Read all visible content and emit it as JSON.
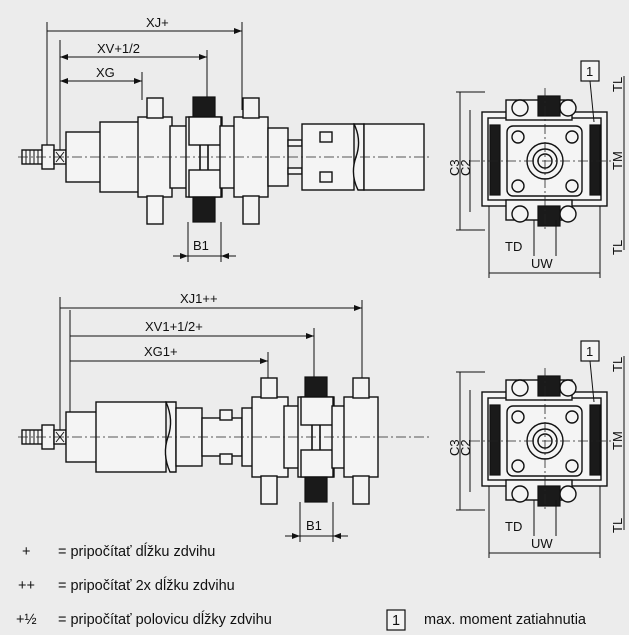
{
  "top_view": {
    "dims": {
      "xj": "XJ+",
      "xv": "XV+1/2",
      "xg": "XG",
      "b1": "B1"
    },
    "end_view": {
      "c3": "C3",
      "c2": "C2",
      "tl_top": "TL",
      "tm": "TM",
      "tl_bottom": "TL",
      "td": "TD",
      "uw": "UW",
      "marker": "1"
    }
  },
  "bottom_view": {
    "dims": {
      "xj": "XJ1++",
      "xv": "XV1+1/2+",
      "xg": "XG1+",
      "b1": "B1"
    },
    "end_view": {
      "c3": "C3",
      "c2": "C2",
      "tl_top": "TL",
      "tm": "TM",
      "tl_bottom": "TL",
      "td": "TD",
      "uw": "UW",
      "marker": "1"
    }
  },
  "legend": [
    {
      "symbol": "+",
      "text": "= pripočítať dĺžku zdvihu"
    },
    {
      "symbol": "++",
      "text": "= pripočítať 2x dĺžku zdvihu"
    },
    {
      "symbol": "+½",
      "text": "= pripočítať polovicu dĺžky zdvihu"
    }
  ],
  "note": {
    "marker": "1",
    "text": "max. moment zatiahnutia"
  }
}
